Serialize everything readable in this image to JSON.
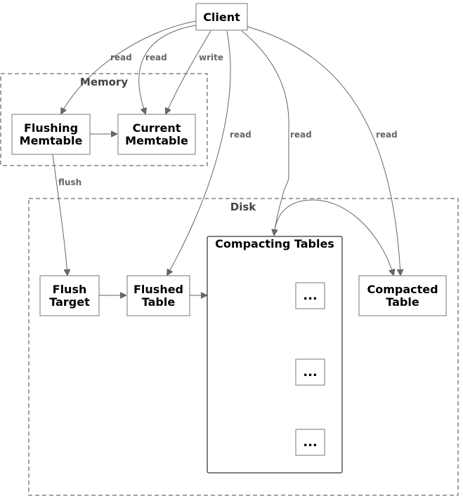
{
  "clusters": {
    "memory": "Memory",
    "disk": "Disk"
  },
  "nodes": {
    "client": "Client",
    "flushing_memtable": [
      "Flushing",
      "Memtable"
    ],
    "current_memtable": [
      "Current",
      "Memtable"
    ],
    "flush_target": [
      "Flush",
      "Target"
    ],
    "flushed_table": [
      "Flushed",
      "Table"
    ],
    "compacting_tables": "Compacting Tables",
    "compacted_table": [
      "Compacted",
      "Table"
    ],
    "ellipsis": "..."
  },
  "edges": {
    "read": "read",
    "write": "write",
    "flush": "flush"
  }
}
